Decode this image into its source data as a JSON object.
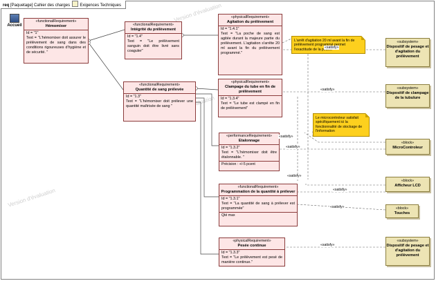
{
  "frame": {
    "keyword": "req",
    "path": "[Paquetage] Cahier des charges",
    "diagram_name": "Exigences Techniques"
  },
  "accueil": {
    "label": "Accueil"
  },
  "requirements": [
    {
      "stereotype": "«functionalRequirement»",
      "name": "Hémomixer",
      "id": "Id = \"1\"",
      "text": "Text = \"L'hémomixer doit assurer le prélèvement de sang dans des conditions rigoureuses d'hygiène et de sécurité. \""
    },
    {
      "stereotype": "«functionalRequirement»",
      "name": "Intégrité du prélèvement",
      "id": "Id = \"1.4\"",
      "text": "Text = \"Le prélèvement sanguin doit être livré sans coaguler\""
    },
    {
      "stereotype": "«physicalRequirement»",
      "name": "Agitation du prélèvement",
      "id": "Id = \"1.4.1\"",
      "text": "Text = \"La poche de sang est agitée durant la majeure partie du prélèvement. L'agitation s'arrête 20 ml avant la fin du prélèvement programmé.\""
    },
    {
      "stereotype": "«functionalRequirement»",
      "name": "Quantité de sang prélevée",
      "id": "Id = \"1.3\"",
      "text": "Text = \"L'hémomixer doit prélever une quantité maîtrisée de sang \""
    },
    {
      "stereotype": "«physicalRequirement»",
      "name": "Clampage du tube en fin de prélèvement",
      "id": "Id = \"1.3.4\"",
      "text": "Text = \"Le tube est clampé en fin de prélèvement\""
    },
    {
      "stereotype": "«performanceRequirement»",
      "name": "Etalonnage",
      "id": "Id = \"1.3.2\"",
      "text": "Text = \"L'hémomixer doit être étalonnable. \"",
      "footer": "Précision : +/-5 pcent"
    },
    {
      "stereotype": "«functionalRequirement»",
      "name": "Programmation de la quantité à prélever",
      "id": "Id = \"1.3.1\"",
      "text": "Text = \"La quantité de sang à prélever est programmée\"",
      "footer": "Qté max"
    },
    {
      "stereotype": "«physicalRequirement»",
      "name": "Pesée continue",
      "id": "Id = \"1.3.3\"",
      "text": "Text = \"Le prélèvement est pesé de manière continue.\""
    }
  ],
  "blocks": [
    {
      "stereotype": "«subsystem»",
      "name": "Dispositif de pesage et d'agitation du prélèvement"
    },
    {
      "stereotype": "«subsystem»",
      "name": "Dispositif de clampage de la tubulure"
    },
    {
      "stereotype": "«block»",
      "name": "MicroControleur"
    },
    {
      "stereotype": "«block»",
      "name": "Afficheur LCD"
    },
    {
      "stereotype": "«block»",
      "name": "Touches"
    },
    {
      "stereotype": "«subsystem»",
      "name": "Dispositif de pesage et d'agitation du prélèvement"
    }
  ],
  "notes": [
    {
      "text": "L'arrêt d'agitation 20 ml avant la fin de prélèvement programmé permet l'exactitude de la pesée."
    },
    {
      "text": "Le microcontroleur satisfait spécifiquement ici la fonctionnalité de stockage de l'information"
    }
  ],
  "satisfy_label": "«satisfy»",
  "watermarks": [
    "Version d'évaluation",
    "Version d'évaluation",
    "Version d'évaluation"
  ],
  "colors": {
    "requirement_fill": "#fde6e6",
    "block_fill": "#ede4b4",
    "note_fill": "#fdd01e"
  }
}
